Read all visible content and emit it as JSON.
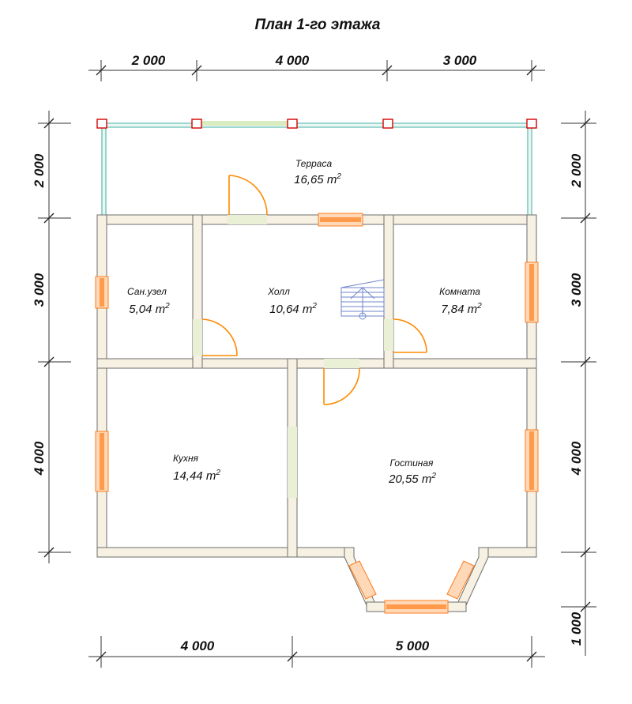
{
  "title": "План 1-го этажа",
  "dimensions": {
    "top": [
      "2 000",
      "4 000",
      "3 000"
    ],
    "bottom": [
      "4 000",
      "5 000"
    ],
    "left": [
      "2 000",
      "3 000",
      "4 000"
    ],
    "right": [
      "2 000",
      "3 000",
      "4 000",
      "1 000"
    ]
  },
  "rooms": [
    {
      "id": "terrace",
      "name": "Терраса",
      "area": "16,65 m",
      "unit_sup": "2"
    },
    {
      "id": "bathroom",
      "name": "Сан.узел",
      "area": "5,04 m",
      "unit_sup": "2"
    },
    {
      "id": "hall",
      "name": "Холл",
      "area": "10,64 m",
      "unit_sup": "2"
    },
    {
      "id": "room",
      "name": "Комната",
      "area": "7,84 m",
      "unit_sup": "2"
    },
    {
      "id": "kitchen",
      "name": "Кухня",
      "area": "14,44 m",
      "unit_sup": "2"
    },
    {
      "id": "living",
      "name": "Гостиная",
      "area": "20,55 m",
      "unit_sup": "2"
    }
  ],
  "colors": {
    "wall_fill": "#f6f1e3",
    "window_accent": "#ff7c1a",
    "door_accent": "#ff8a00",
    "rail_color": "#7ec9c0",
    "post_color": "#d40000",
    "stair_color": "#6f86c9"
  }
}
